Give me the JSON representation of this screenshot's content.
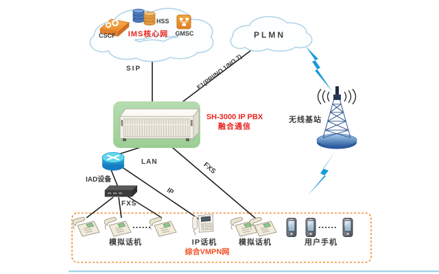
{
  "ims_cloud": {
    "label": "IMS核心网",
    "cscf": "CSCF",
    "hss": "HSS",
    "gmsc": "GMSC"
  },
  "plmn_cloud": {
    "label": "PLMN"
  },
  "links": {
    "sip": "SIP",
    "e1": "E1(PRI/NO.1/NO.7)",
    "lan": "LAN",
    "ip": "IP",
    "fxs_trunk": "FXS",
    "fxs_iad": "FXS"
  },
  "pbx": {
    "title": "SH-3000 IP PBX",
    "subtitle": "融合通信"
  },
  "iad": {
    "label": "IAD设备"
  },
  "base_station": {
    "label": "无线基站"
  },
  "vmpn_zone": {
    "label": "综合VMPN网",
    "analog_group1": "模拟话机",
    "ip_phone": "IP话机",
    "analog_group2": "模拟话机",
    "mobiles": "用户手机",
    "ellipsis_analog": "......",
    "ellipsis_mobiles": "......"
  },
  "colors": {
    "accent_red": "#e8231d",
    "vmpn_orange": "#ef4e22",
    "dashed_border": "#f0882e",
    "dark_text": "#3a3a3a",
    "pbx_panel_green": "#a8d5a2",
    "cloud_outline": "#aed3e6",
    "lightning_blue": "#1a99d8",
    "router_cyan": "#2fb4e6",
    "bottom_rule": "#a6d3e8"
  }
}
